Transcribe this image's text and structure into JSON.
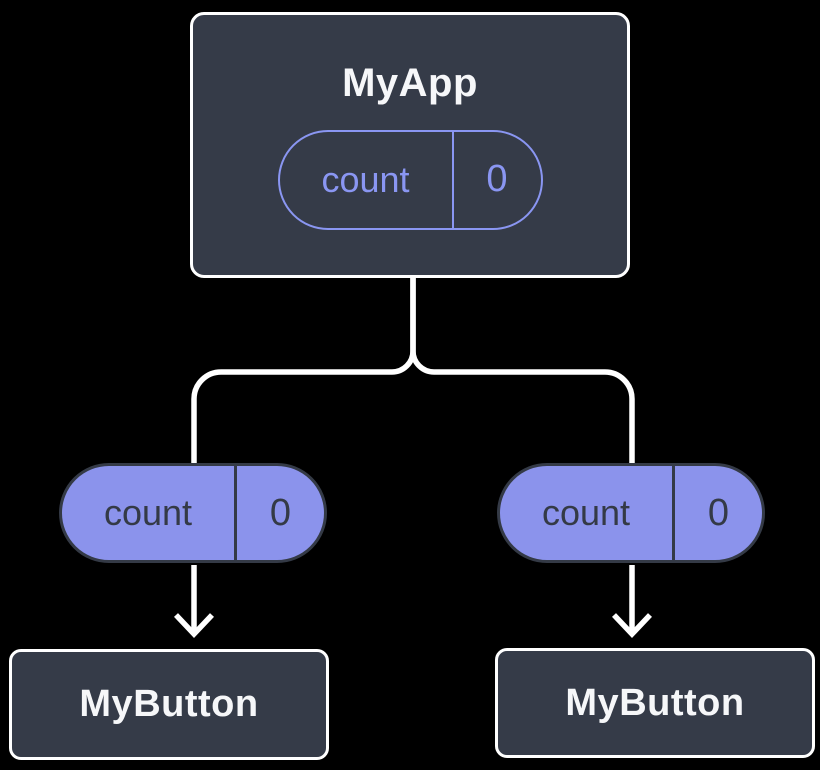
{
  "diagram": {
    "description": "React component tree with state lifted up to parent",
    "root": {
      "label": "MyApp",
      "state": {
        "name": "count",
        "value": "0"
      }
    },
    "children": [
      {
        "prop": {
          "name": "count",
          "value": "0"
        },
        "label": "MyButton"
      },
      {
        "prop": {
          "name": "count",
          "value": "0"
        },
        "label": "MyButton"
      }
    ]
  },
  "icons": {
    "arrow_down": "svg-chevron-down-arrow",
    "fork_connector": "svg-branching-line"
  },
  "colors": {
    "background": "#000000",
    "node_fill": "#353B48",
    "node_border": "#FFFFFF",
    "node_text": "#F6F7F9",
    "state_purple": "#8A96F2",
    "pill_fill": "#8B93EC",
    "pill_dark": "#343A46",
    "connector": "#FFFFFF"
  }
}
